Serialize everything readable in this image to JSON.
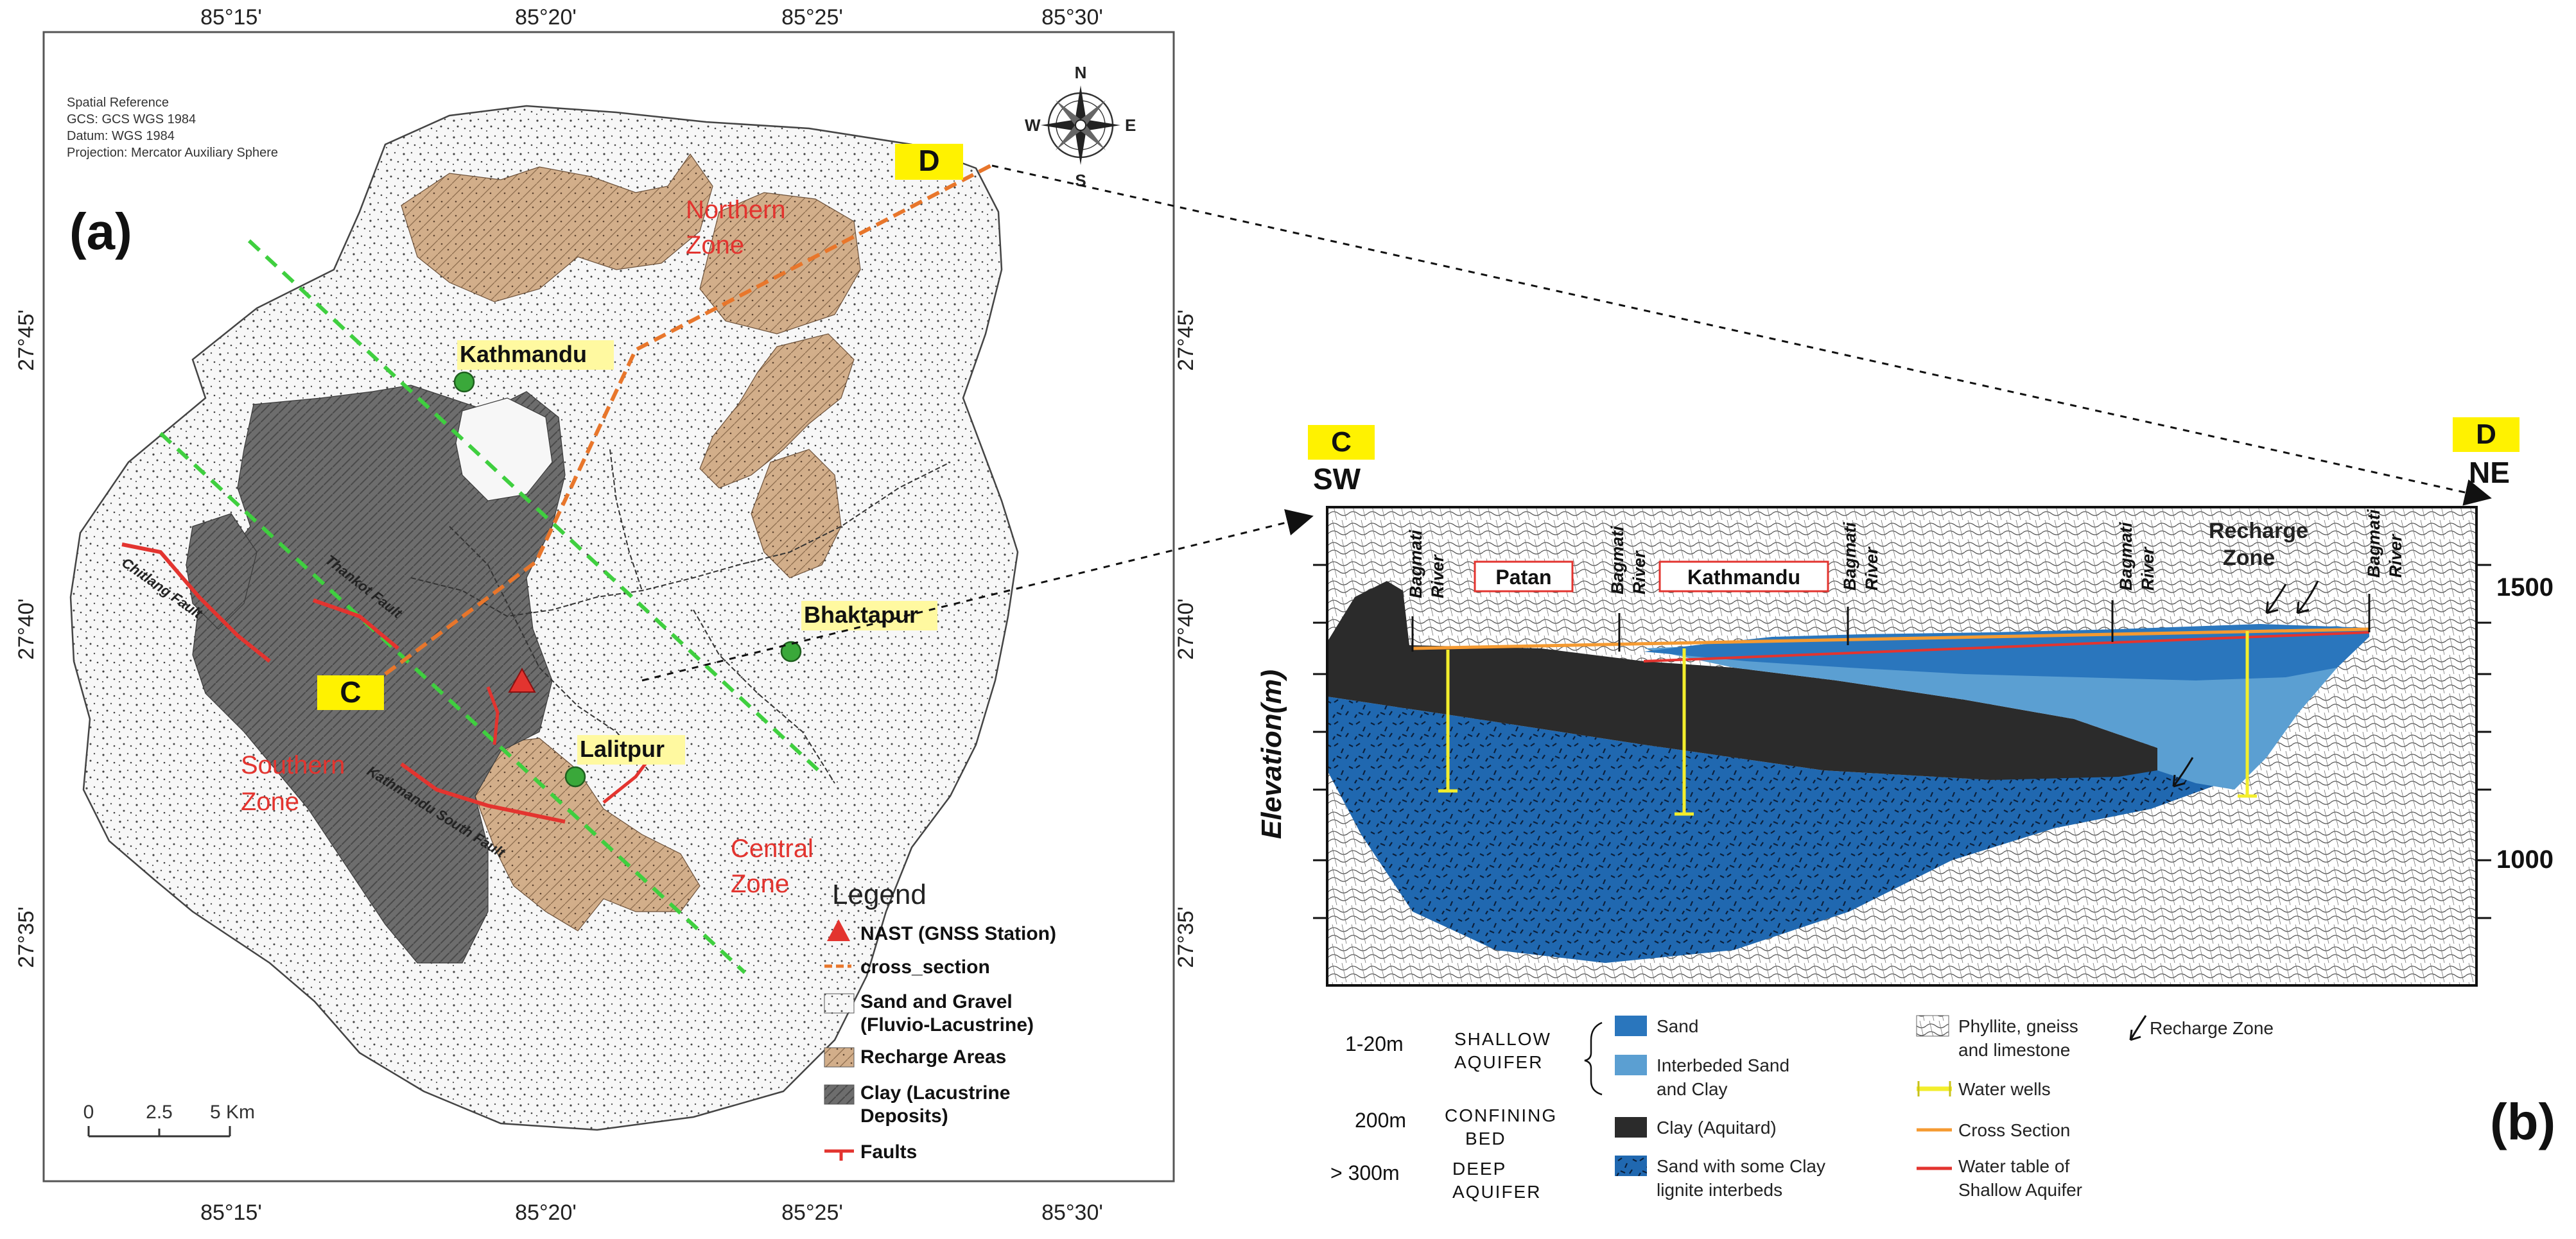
{
  "panel_a": {
    "caption": "(a)",
    "top_coords": [
      "85°15'",
      "85°20'",
      "85°25'",
      "85°30'"
    ],
    "bottom_coords": [
      "85°15'",
      "85°20'",
      "85°25'",
      "85°30'"
    ],
    "left_coords": [
      "27°45'",
      "27°40'",
      "27°35'"
    ],
    "right_coords": [
      "27°45'",
      "27°40'",
      "27°35'"
    ],
    "spatial_reference": [
      "Spatial Reference",
      "GCS: GCS WGS 1984",
      "Datum: WGS 1984",
      "Projection: Mercator Auxiliary Sphere"
    ],
    "compass": {
      "n": "N",
      "s": "S",
      "e": "E",
      "w": "W"
    },
    "cities": {
      "kathmandu": "Kathmandu",
      "bhaktapur": "Bhaktapur",
      "lalitpur": "Lalitpur"
    },
    "zones": {
      "northern": [
        "Northern",
        "Zone"
      ],
      "southern": [
        "Southern",
        "Zone"
      ],
      "central": [
        "Central",
        "Zone"
      ]
    },
    "faults": {
      "chitlang": "Chitlang Fault",
      "thankot": "Thankot Fault",
      "ktm_south": "Kathmandu South Fault"
    },
    "points": {
      "c": "C",
      "d": "D"
    },
    "scalebar": {
      "labels": [
        "0",
        "2.5",
        "5 Km"
      ]
    },
    "legend": {
      "title": "Legend",
      "items": [
        {
          "text": [
            "NAST (GNSS Station)"
          ]
        },
        {
          "text": [
            "cross_section"
          ]
        },
        {
          "text": [
            "Sand and Gravel",
            "(Fluvio-Lacustrine)"
          ]
        },
        {
          "text": [
            "Recharge Areas"
          ]
        },
        {
          "text": [
            "Clay (Lacustrine",
            "Deposits)"
          ]
        },
        {
          "text": [
            "Faults"
          ]
        }
      ]
    },
    "colors": {
      "clay": "#6d6d6d",
      "recharge": "#d2ae8a",
      "sand": "#f7f7f7",
      "cross_section": "#e8762b",
      "fault": "#e3342f",
      "zone_label": "#e3342f",
      "station": "#e3342f",
      "city": "#3aa83a",
      "highlight": "#fff200",
      "green_dash": "#3fcf3f"
    }
  },
  "panel_b": {
    "caption": "(b)",
    "point_c": "C",
    "point_d": "D",
    "sw": "SW",
    "ne": "NE",
    "y_axis": "Elevation(m)",
    "elevation_ticks": [
      "1500",
      "1000"
    ],
    "elevation_tick_values": [
      1500,
      1000
    ],
    "cities": {
      "patan": "Patan",
      "kathmandu": "Kathmandu"
    },
    "rivers": [
      [
        "Bagmati",
        "River"
      ],
      [
        "Bagmati",
        "River"
      ],
      [
        "Bagmati",
        "River"
      ],
      [
        "Bagmati",
        "River"
      ],
      [
        "Bagmati",
        "River"
      ]
    ],
    "recharge_zone": [
      "Recharge",
      "Zone"
    ],
    "depths": {
      "shallow": "1-20m",
      "confining": "200m",
      "deep": "> 300m"
    },
    "layers": {
      "shallow": [
        "SHALLOW",
        "AQUIFER"
      ],
      "confining": [
        "CONFINING",
        "BED"
      ],
      "deep": [
        "DEEP",
        "AQUIFER"
      ]
    },
    "legend": {
      "sand": [
        "Sand"
      ],
      "interbedded": [
        "Interbeded Sand",
        "and Clay"
      ],
      "clay": [
        "Clay (Aquitard)"
      ],
      "deep_sand": [
        "Sand with some Clay",
        "lignite interbeds"
      ],
      "phyllite": [
        "Phyllite, gneiss",
        "and limestone"
      ],
      "water_wells": [
        "Water wells"
      ],
      "cross_section": [
        "Cross Section"
      ],
      "water_table": [
        "Water table of",
        "Shallow Aquifer"
      ],
      "recharge_zone": [
        "Recharge Zone"
      ]
    },
    "colors": {
      "sand": "#2a76bd",
      "interbedded": "#5b9fd2",
      "clay": "#2b2b2b",
      "deep_sand": "#2068b0",
      "cross_section": "#f59a31",
      "water_table": "#e3342f",
      "well": "#f3ee2c",
      "label_box": "#e3342f"
    }
  }
}
